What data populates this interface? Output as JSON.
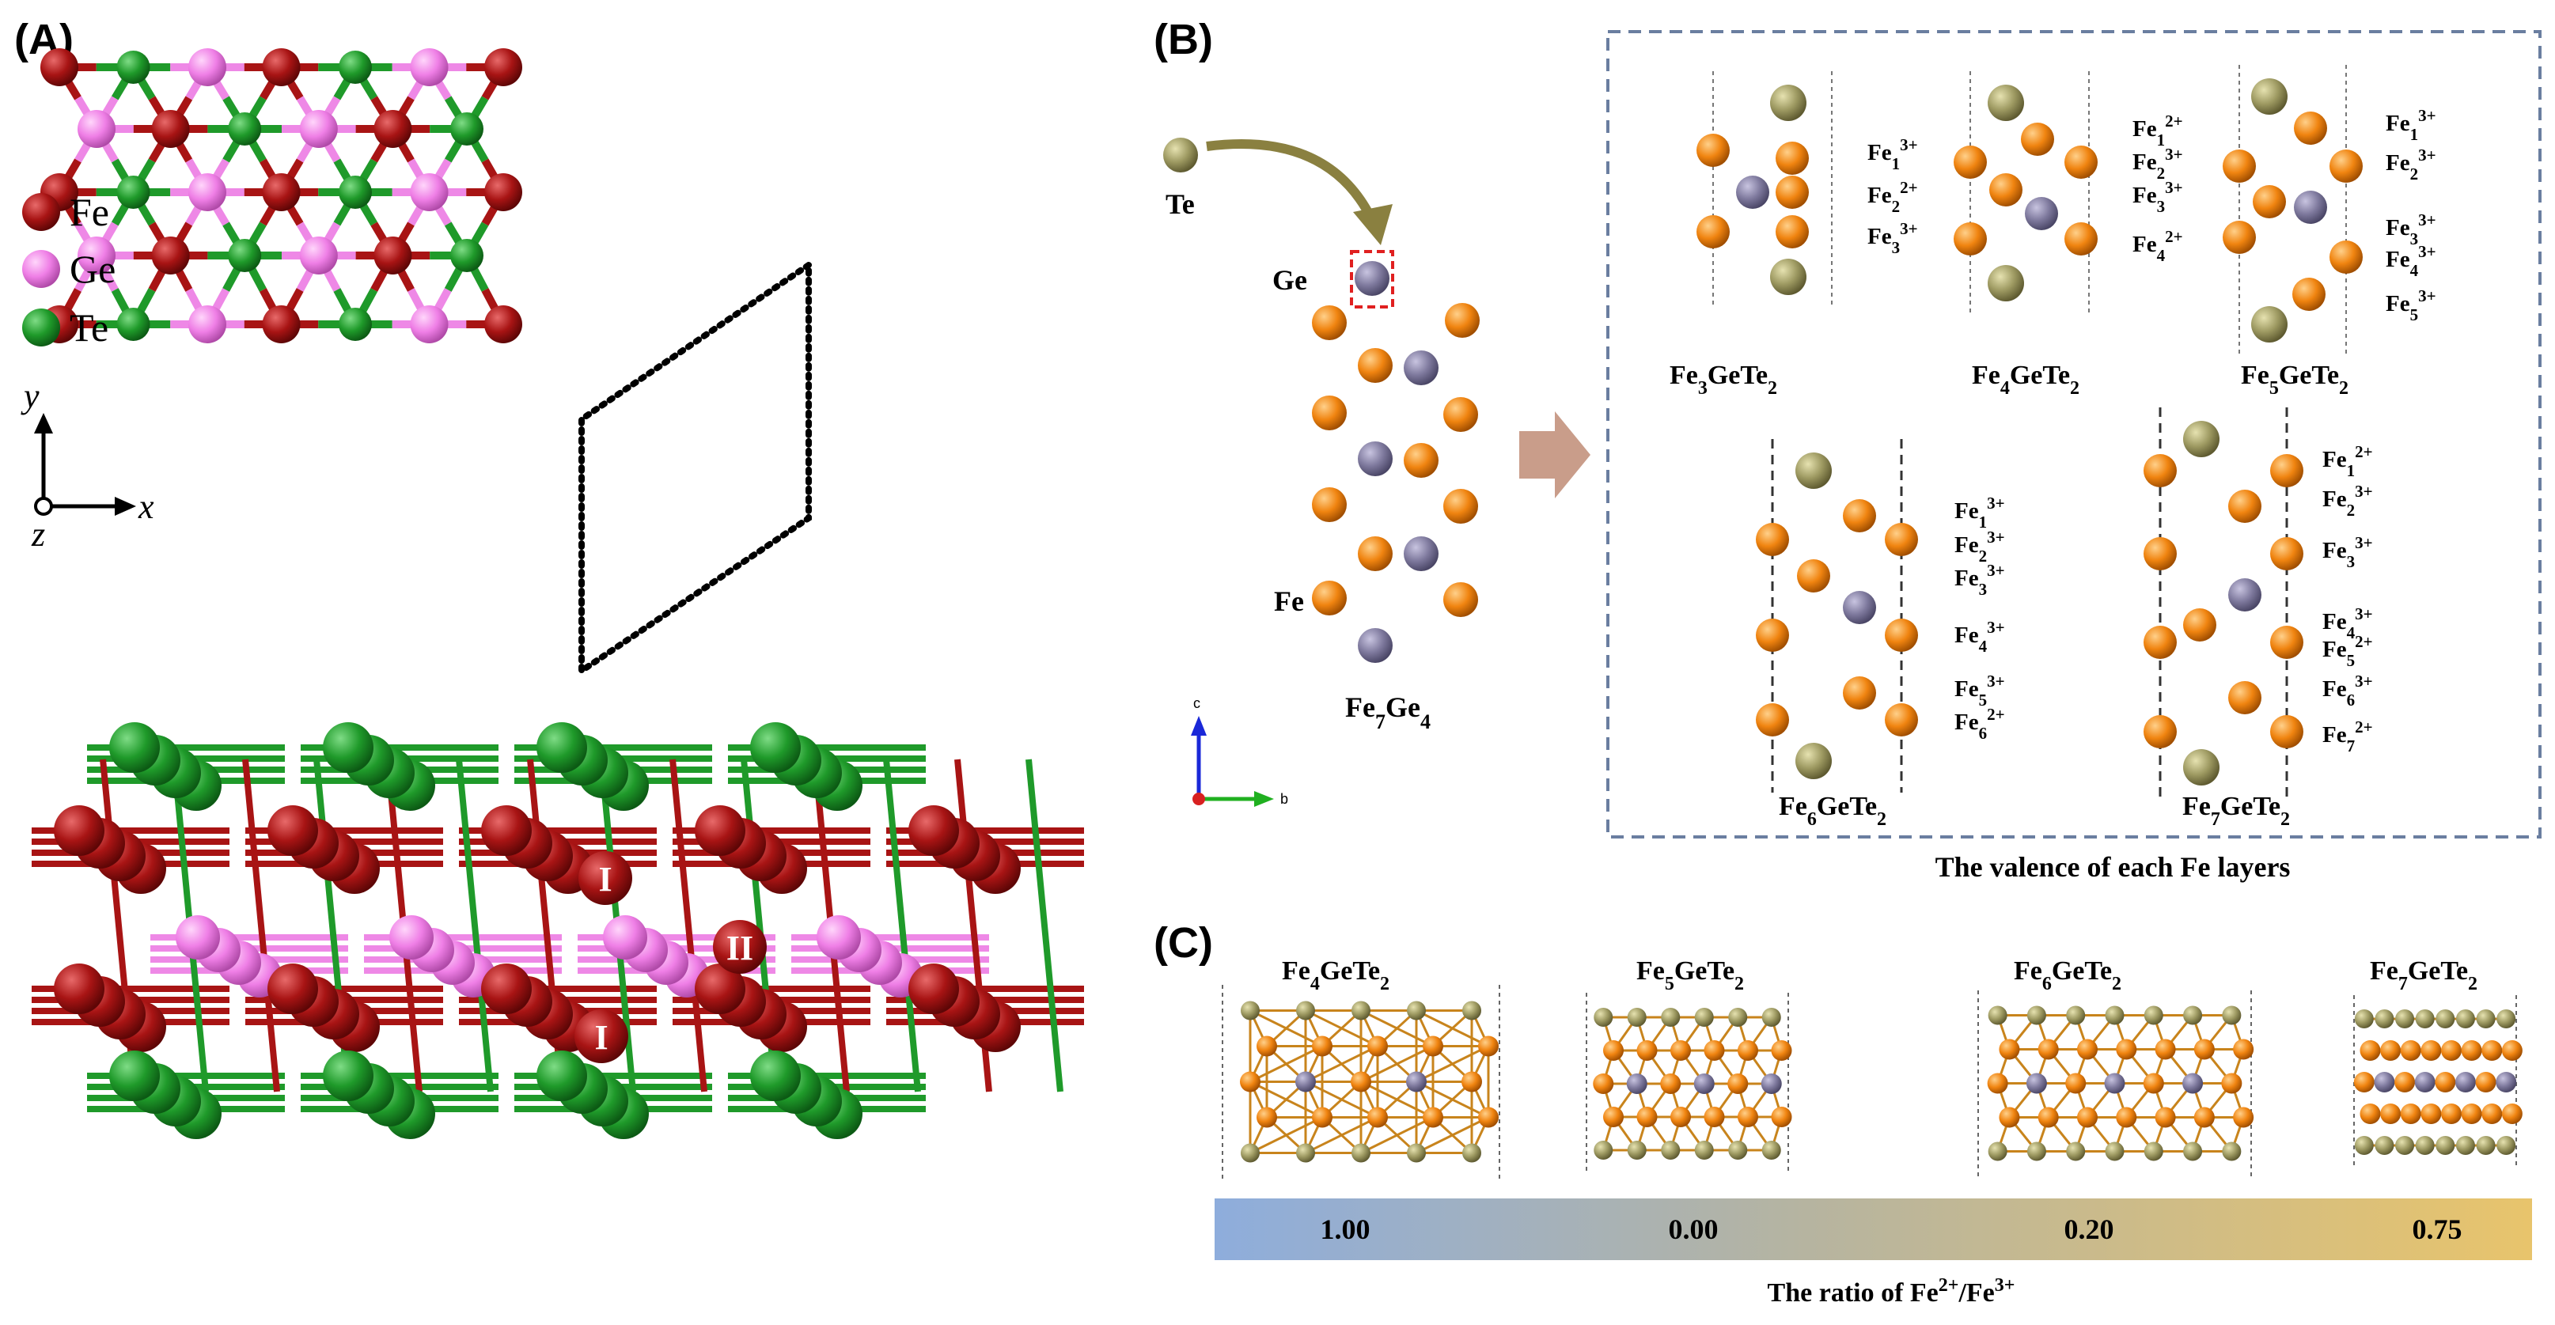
{
  "panels": {
    "a": "(A)",
    "b": "(B)",
    "c": "(C)"
  },
  "colors": {
    "fe_a": "#b01818",
    "ge_a": "#f07fe8",
    "te_a": "#1f9a2a",
    "fe_b": "#f0860e",
    "ge_b": "#7f7a9e",
    "te_b": "#9e9a62",
    "arrow_b": "#8a8040",
    "big_arrow": "#c99d8a",
    "box": "#6a7ea0"
  },
  "panel_a": {
    "legend": [
      {
        "label": "Fe",
        "color": "#b01818"
      },
      {
        "label": "Ge",
        "color": "#f07fe8"
      },
      {
        "label": "Te",
        "color": "#1f9a2a"
      }
    ],
    "axes": {
      "y": "y",
      "x": "x",
      "z": "z"
    },
    "site_labels": [
      "I",
      "II",
      "I"
    ]
  },
  "panel_b": {
    "te_label": "Te",
    "ge_label": "Ge",
    "fe_label": "Fe",
    "base_pre": "Fe",
    "base_sub1": "7",
    "base_mid": "Ge",
    "base_sub2": "4",
    "axes": {
      "c": "c",
      "b": "b"
    },
    "footer": "The valence of each Fe layers",
    "compounds": [
      {
        "pre": "Fe",
        "n": "3",
        "post": "GeTe",
        "m": "2",
        "valences": [
          {
            "i": "1",
            "v": "3+"
          },
          {
            "i": "2",
            "v": "2+"
          },
          {
            "i": "3",
            "v": "3+"
          }
        ]
      },
      {
        "pre": "Fe",
        "n": "4",
        "post": "GeTe",
        "m": "2",
        "valences": [
          {
            "i": "1",
            "v": "2+"
          },
          {
            "i": "2",
            "v": "3+"
          },
          {
            "i": "3",
            "v": "3+"
          },
          {
            "i": "4",
            "v": "2+"
          }
        ]
      },
      {
        "pre": "Fe",
        "n": "5",
        "post": "GeTe",
        "m": "2",
        "valences": [
          {
            "i": "1",
            "v": "3+"
          },
          {
            "i": "2",
            "v": "3+"
          },
          {
            "i": "3",
            "v": "3+"
          },
          {
            "i": "4",
            "v": "3+"
          },
          {
            "i": "5",
            "v": "3+"
          }
        ]
      },
      {
        "pre": "Fe",
        "n": "6",
        "post": "GeTe",
        "m": "2",
        "valences": [
          {
            "i": "1",
            "v": "3+"
          },
          {
            "i": "2",
            "v": "3+"
          },
          {
            "i": "3",
            "v": "3+"
          },
          {
            "i": "4",
            "v": "3+"
          },
          {
            "i": "5",
            "v": "3+"
          },
          {
            "i": "6",
            "v": "2+"
          }
        ]
      },
      {
        "pre": "Fe",
        "n": "7",
        "post": "GeTe",
        "m": "2",
        "valences": [
          {
            "i": "1",
            "v": "2+"
          },
          {
            "i": "2",
            "v": "3+"
          },
          {
            "i": "3",
            "v": "3+"
          },
          {
            "i": "4",
            "v": "3+"
          },
          {
            "i": "5",
            "v": "2+"
          },
          {
            "i": "6",
            "v": "3+"
          },
          {
            "i": "7",
            "v": "2+"
          }
        ]
      }
    ]
  },
  "panel_c": {
    "structures": [
      {
        "pre": "Fe",
        "n": "4",
        "post": "GeTe",
        "m": "2"
      },
      {
        "pre": "Fe",
        "n": "5",
        "post": "GeTe",
        "m": "2"
      },
      {
        "pre": "Fe",
        "n": "6",
        "post": "GeTe",
        "m": "2"
      },
      {
        "pre": "Fe",
        "n": "7",
        "post": "GeTe",
        "m": "2"
      }
    ],
    "ratios": [
      "1.00",
      "0.00",
      "0.20",
      "0.75"
    ],
    "bar_colors": [
      "#8eaddc",
      "#b6b4a0",
      "#e8c46c"
    ],
    "caption": {
      "base": "The ratio of Fe",
      "s1": "2+",
      "mid": "/Fe",
      "s2": "3+"
    }
  }
}
